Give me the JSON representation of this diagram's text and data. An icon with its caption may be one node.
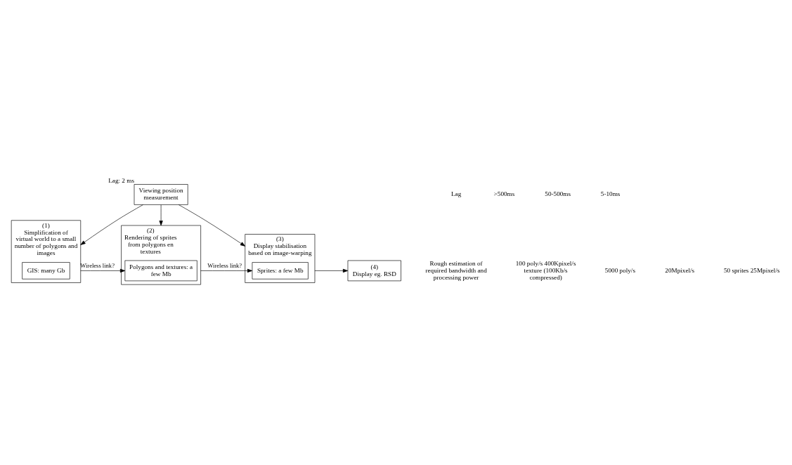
{
  "diagram": {
    "nodes": [
      {
        "text": [
          "Viewing position measurement"
        ],
        "beside": [
          "Lag: 2 ms"
        ]
      },
      {
        "text": [
          "(1)",
          "Simplification of virtual world to a small number of polygons and images"
        ]
      },
      {
        "text": [
          "GIS: many Gb"
        ],
        "in": 1
      },
      {
        "text": [
          "(2)",
          "Rendering of sprites from polygons en textures"
        ]
      },
      {
        "text": [
          "Polygons and textures: a few Mb"
        ],
        "in": 3
      },
      {
        "text": [
          "(3)",
          "Display stabilisation based on image-warping"
        ]
      },
      {
        "text": [
          "Sprites: a few Mb"
        ],
        "in": 5
      },
      {
        "text": [
          "(4)",
          "Display eg. RSD"
        ]
      }
    ],
    "edges": [
      {
        "from": 0,
        "to": 1,
        "arrow": "to"
      },
      {
        "from": 0,
        "to": 3,
        "arrow": "to"
      },
      {
        "from": 0,
        "to": 5,
        "arrow": "to"
      },
      {
        "from": 1,
        "to": 4,
        "arrow": "to",
        "label": "Wireless link?"
      },
      {
        "from": 3,
        "to": 6,
        "arrow": "to",
        "label": "Wireless link?"
      },
      {
        "from": 5,
        "to": 7,
        "arrow": "to"
      }
    ],
    "labels": [
      "Lag",
      ">500ms",
      "50-500ms",
      "5-10ms",
      "Rough estimation of required bandwidth and processing power",
      "100 poly/s 400Kpixel/s texture (100Kb/s compressed)",
      "5000 poly/s",
      "20Mpixel/s",
      "50 sprites 25Mpixel/s"
    ]
  }
}
